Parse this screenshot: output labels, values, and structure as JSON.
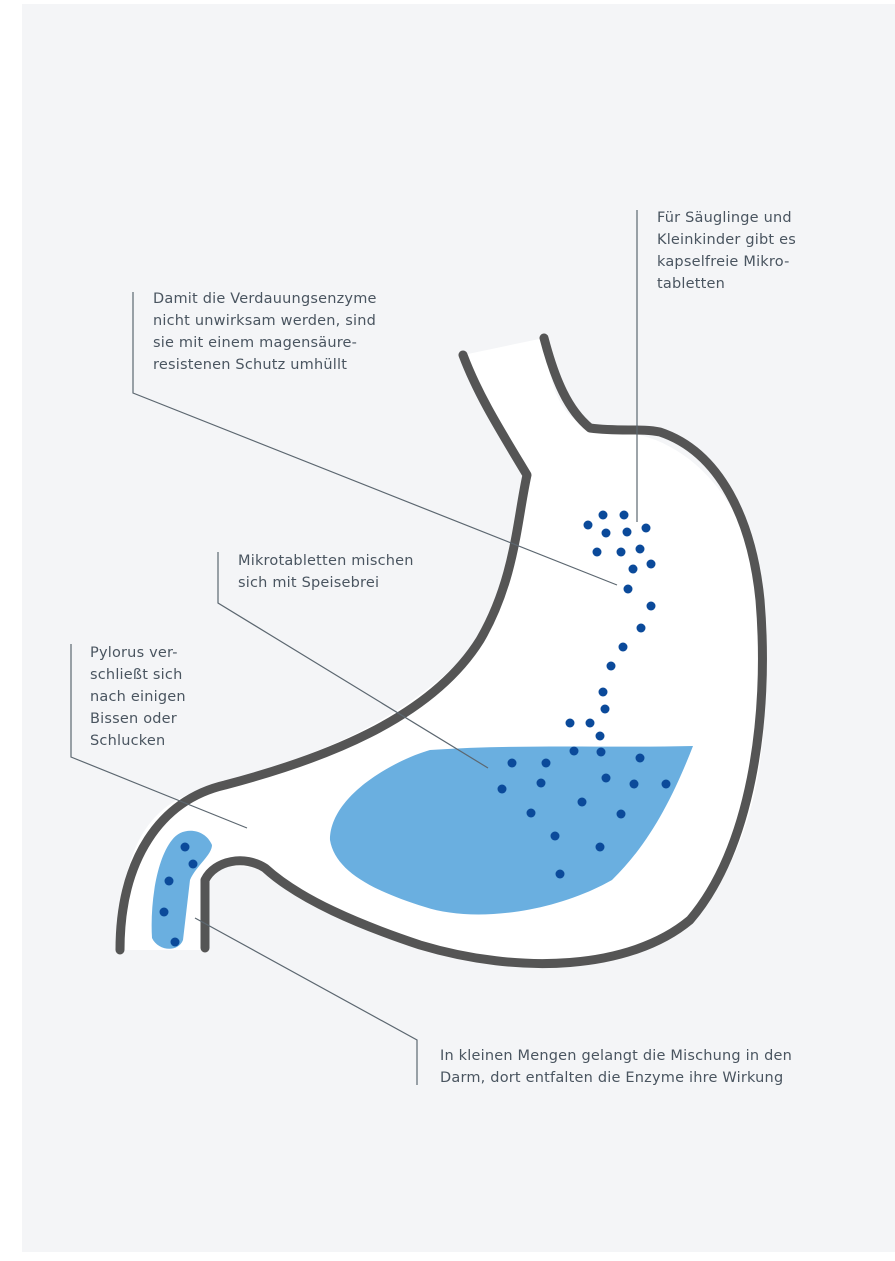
{
  "colors": {
    "background": "#f4f5f7",
    "stomach_fill": "#ffffff",
    "stomach_outline": "#555555",
    "chyme": "#6aafe0",
    "microtablets": "#0b4a9a",
    "leader_lines": "#5c6770",
    "label_text": "#4a5560"
  },
  "labels": {
    "infants": [
      "Für Säuglinge und",
      "Kleinkinder gibt es",
      "kapselfreie Mikro-",
      "tabletten"
    ],
    "coating": [
      "Damit die Verdauungsenzyme",
      "nicht unwirksam werden, sind",
      "sie mit einem magensäure-",
      "resistenen Schutz umhüllt"
    ],
    "mixing": [
      "Mikrotabletten mischen",
      "sich mit Speisebrei"
    ],
    "pylorus": [
      "Pylorus ver-",
      "schließt sich",
      "nach einigen",
      "Bissen oder",
      "Schlucken"
    ],
    "intestine": [
      "In kleinen Mengen gelangt die Mischung in den",
      "Darm, dort entfalten die Enzyme ihre Wirkung"
    ]
  }
}
